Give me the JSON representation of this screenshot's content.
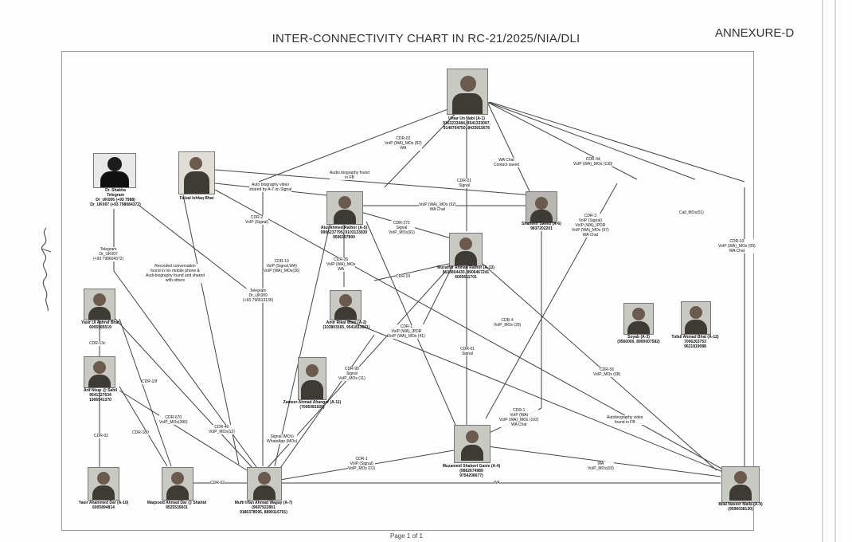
{
  "header": {
    "title": "INTER-CONNECTIVITY CHART IN RC-21/2025/NIA/DLI",
    "annexure": "ANNEXURE-D"
  },
  "footer": {
    "page": "Page 1 of 1"
  },
  "nodes": {
    "a1": "Umar Un Nabi (A-1)\n9163233484, 9541333097,\n9149764750, 8433015676",
    "shikha": "Dr. Shakha\nTelegram\nDr_UK006 (+93 7988)\nDr_UK007 (+93 798084372)",
    "faisal": "Faisal Ishfaq Bhat",
    "a5": "Atul Ahmed Rathor (A-5)\n9906237795, 9103133930\n9596197800",
    "a6": "Shaheen Saeed (A-6)\n9837202201",
    "a13": "Muzaffar Ahmad Rathor (A-13)\n9103804430, 9906467241\n6005611701",
    "a2": "Amir Rikal Wani (A-2)\n(103803165, 9541813661)",
    "a3": "Soyab (A-3)\n(9560000, 8900007582)",
    "a12": "Tufail Ahmad Bhat (A-12)\n7006263753\n9621819088",
    "yasir": "Yasir Ul Ashraf Bhat\n6005585519",
    "arif": "Arif Nisar @ Sahil\n9541127634\n1906541370",
    "a11": "Zameer Ahmad Ahanger (A-11)\n(7006081920)",
    "a4": "Muzammil Shakeel Ganie (A-4)\n(9862674989\n9754208677)",
    "a10": "Yasir Ahammed Dar (A-10)\n6005894814",
    "maqsood": "Maqsood Ahmad Dar @ Shahid\n9525535601",
    "a7": "Mufti Irfan Ahmad Wagay (A-7)\n(9697922891\n9186378595, 8899116701)",
    "a9": "Bilal Naseer Malla (A-9)\n(9596038130)"
  },
  "edges": {
    "e1": "CDR-02\nVoIP (WA)_MOs (82)\nWA",
    "e2": "Audio biography found\nin FB",
    "e3": "WA Chat\nContact saved",
    "e4": "CDR-34\nVoIP (WA)_MOs (130)",
    "e5": "Call_MOs(01)",
    "e6": "CDR-33\nVoIP (WA)_MOs (09)\nWA Chat",
    "e7": "CDR-01\nSignal",
    "e8": "VoIP (WA)_MOs (92)\nWA Chat",
    "e9": "Auto biography video\nshared by A-7 on Signal",
    "e10": "CDR-2\nVoIP (Signal)",
    "e11": "CDR-272\nSignal\nVoIP_MOs(91)",
    "e12": "CDR-3\nVoIP (Signal)\nVoIP (WA)_IPDR\nVoIP (WA)_MOs (97)\nWA Chat",
    "e13": "Telegram\nDr_UK007\n(+93 798604372)",
    "e14": "Recorded conversation\nfound in his mobile phone &\nAudi-biography found and shared\nwith others",
    "e15": "CDR-10\nVoIP (Signal,WA)\nVoIP (WA)_MOs(36)",
    "e16": "CDR-35\nVoIP (WA)_MOs\nWA",
    "e17": "CDR-19",
    "e18": "Telegram\nDr_UK009\n(+93 796613135)",
    "e19": "CDR-1\nVoIP (WA)_IPDR\nVoIP (WA)_MOs (41)",
    "e20": "CDR-4\nVoIP_MOs (29)",
    "e21": "CDR-01\nSignal",
    "e22": "CDR-56\nVoIP_MOs (68)",
    "e23": "CDR-13c",
    "e24": "CDR-10f",
    "e25": "CDR-670\nVoIP_MOs(390)",
    "e26": "CDR-180",
    "e27": "CDR-40\nVoIP_MOs(12)",
    "e28": "CDR-95\nSignal\nVoIP_MOs (11)",
    "e29": "Signal (MOs)\nWhatsApp (MOs)",
    "e30": "CDR-1\nVoIP (WA)\nVoIP (WA)_MOs (102)\nWA Chat",
    "e31": "Autobiography video\nfound in FB",
    "e32": "CDR-02",
    "e33": "CDR-02",
    "e34": "CDR-1\nVoIP (Signal)\nVoIP_MOs (01)",
    "e35": "WA",
    "e36": "WA\nVoIP_MOs(03)"
  }
}
